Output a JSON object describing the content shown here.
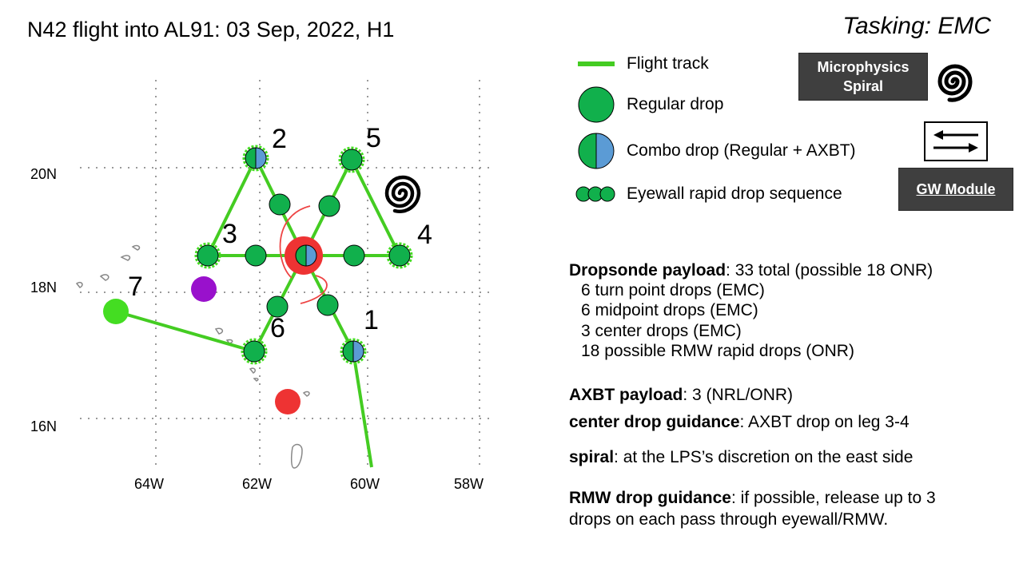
{
  "title": "N42 flight into AL91: 03 Sep, 2022, H1",
  "tasking": "Tasking: EMC",
  "map": {
    "lat_labels": [
      "20N",
      "18N",
      "16N"
    ],
    "lon_labels": [
      "64W",
      "62W",
      "60W",
      "58W"
    ],
    "point_labels": [
      "1",
      "2",
      "3",
      "4",
      "5",
      "6",
      "7"
    ],
    "colors": {
      "track": "#44cc22",
      "regular_drop": "#11b04c",
      "combo_drop_right": "#5b9bd5",
      "center": "#ee3333",
      "purple_marker": "#9911cc",
      "red_marker": "#ee3333"
    }
  },
  "legend": {
    "flight_track": "Flight track",
    "regular_drop": "Regular drop",
    "combo_drop": "Combo drop (Regular + AXBT)",
    "eyewall_sequence": "Eyewall rapid drop sequence"
  },
  "buttons": {
    "microphysics_line1": "Microphysics",
    "microphysics_line2": "Spiral",
    "gw_module": "GW Module"
  },
  "icons": {
    "spiral": "spiral-icon",
    "arrows": "left-right-arrows-icon"
  },
  "notes": {
    "dropsonde_label": "Dropsonde payload",
    "dropsonde_value": ": 33 total (possible 18 ONR)",
    "dropsonde_items": [
      "6 turn point drops (EMC)",
      "6 midpoint drops (EMC)",
      "3 center drops (EMC)",
      "18 possible RMW rapid drops (ONR)"
    ],
    "axbt_label": "AXBT payload",
    "axbt_value": ": 3 (NRL/ONR)",
    "center_label": "center drop guidance",
    "center_value": ": AXBT drop on leg 3-4",
    "spiral_label": "spiral",
    "spiral_value": ": at the LPS’s discretion on the east side",
    "rmw_label": "RMW drop guidance",
    "rmw_value_line1": ": if possible, release up to 3",
    "rmw_value_line2": "drops on each pass through eyewall/RMW."
  }
}
